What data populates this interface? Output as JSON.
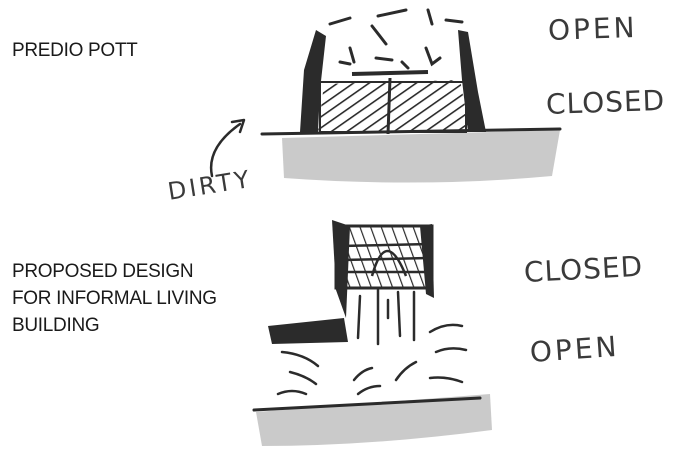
{
  "sketch_top": {
    "title": "PREDIO POTT",
    "labels": {
      "open": "OPEN",
      "closed": "CLOSED",
      "dirty": "DIRTY"
    }
  },
  "sketch_bottom": {
    "title_lines": [
      "PROPOSED DESIGN",
      "FOR INFORMAL LIVING",
      "BUILDING"
    ],
    "labels": {
      "closed": "CLOSED",
      "open": "OPEN"
    }
  },
  "colors": {
    "ink": "#2b2b2b",
    "ground_wash": "#c4c4c4",
    "paper": "#ffffff"
  }
}
